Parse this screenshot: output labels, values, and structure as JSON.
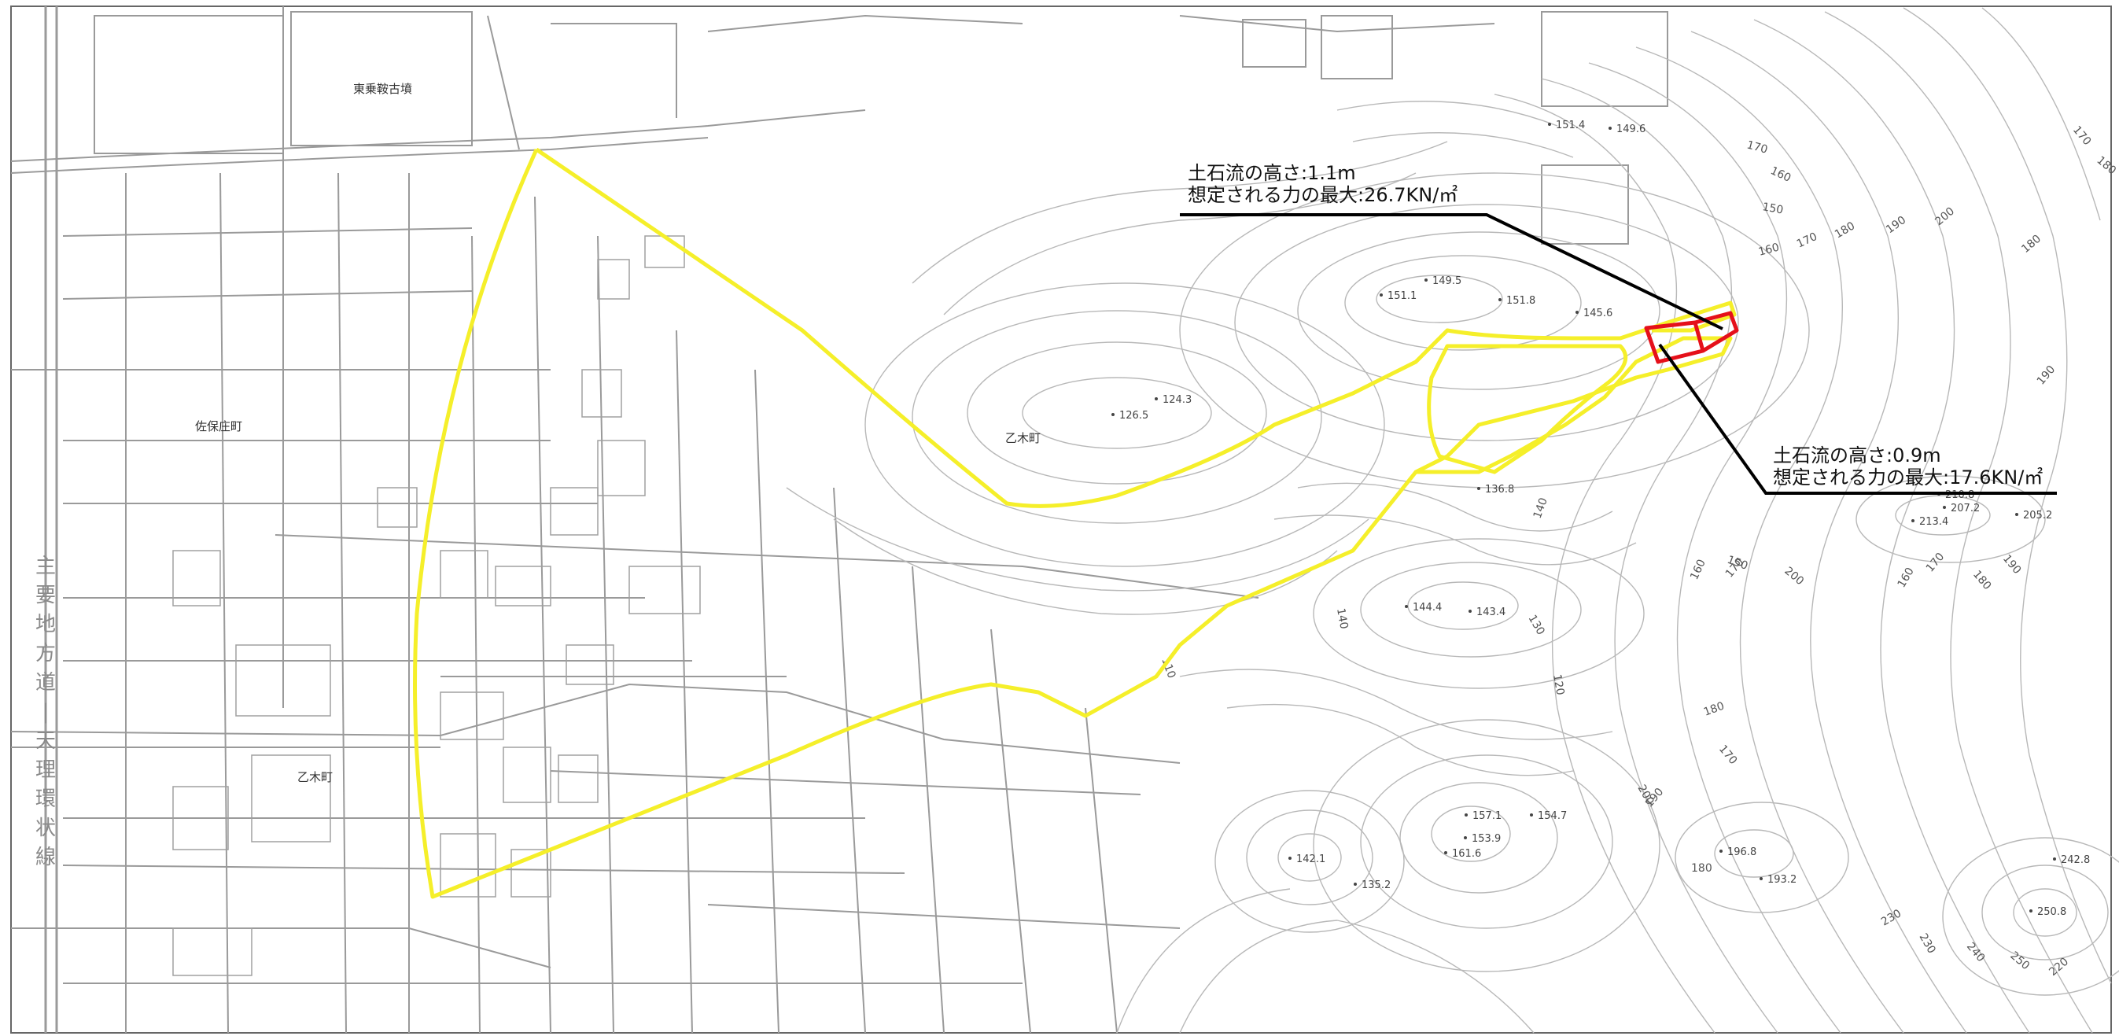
{
  "place_names": {
    "kofun": "東乗鞍古墳",
    "sahoshou": "佐保庄町",
    "otogi_north": "乙木町",
    "otogi_south": "乙木町"
  },
  "road_label": "主要地方道—天理環状線",
  "callouts": {
    "upper": {
      "height": "土石流の高さ:1.1m",
      "force": "想定される力の最大:26.7KN/㎡"
    },
    "lower": {
      "height": "土石流の高さ:0.9m",
      "force": "想定される力の最大:17.6KN/㎡"
    }
  },
  "spot_heights": [
    "151.4",
    "149.6",
    "149.5",
    "151.1",
    "151.8",
    "145.6",
    "124.3",
    "126.5",
    "136.8",
    "144.4",
    "143.4",
    "210.8",
    "207.2",
    "213.4",
    "205.2",
    "157.1",
    "154.7",
    "153.9",
    "161.6",
    "142.1",
    "135.2",
    "196.8",
    "193.2",
    "242.8",
    "250.8"
  ],
  "contour_labels": [
    "170",
    "160",
    "150",
    "160",
    "170",
    "180",
    "190",
    "200",
    "180",
    "170",
    "180",
    "190",
    "170",
    "160",
    "150",
    "140",
    "130",
    "120",
    "110",
    "140",
    "160",
    "170",
    "180",
    "190",
    "200",
    "210",
    "220",
    "230",
    "240",
    "250",
    "220",
    "230",
    "180",
    "190",
    "200",
    "180",
    "170"
  ],
  "colors": {
    "zone_boundary": "#f5ef2a",
    "red_zone": "#e5101a",
    "callout_line": "#000000",
    "contour": "#b8b8b8",
    "road": "#9a9a9a"
  }
}
